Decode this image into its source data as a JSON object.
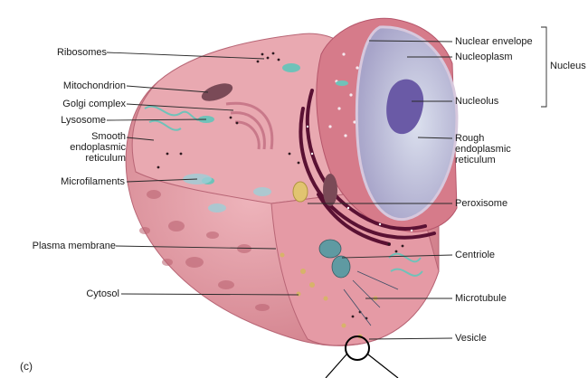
{
  "diagram": {
    "part_label": "(c)",
    "left_labels": {
      "ribosomes": "Ribosomes",
      "mitochondrion": "Mitochondrion",
      "golgi": "Golgi complex",
      "lysosome": "Lysosome",
      "ser_1": "Smooth",
      "ser_2": "endoplasmic",
      "ser_3": "reticulum",
      "microfilaments": "Microfilaments",
      "plasma_membrane": "Plasma membrane",
      "cytosol": "Cytosol"
    },
    "right_labels": {
      "nuclear_envelope": "Nuclear envelope",
      "nucleoplasm": "Nucleoplasm",
      "nucleolus": "Nucleolus",
      "rer_1": "Rough",
      "rer_2": "endoplasmic",
      "rer_3": "reticulum",
      "peroxisome": "Peroxisome",
      "centriole": "Centriole",
      "microtubule": "Microtubule",
      "vesicle": "Vesicle"
    },
    "group_label": "Nucleus",
    "colors": {
      "cytoplasm": "#e7a2aa",
      "cytoplasm_dark": "#c56b7a",
      "cell_body": "#d98791",
      "nucleus_face": "#f1d7e2",
      "nucleus_inner": "#c8b7d6",
      "nucleolus": "#6a5aa6",
      "rer": "#5a1133",
      "mito": "#7a4a57",
      "teal": "#6fc2b9",
      "line": "#2a2a2a"
    }
  }
}
